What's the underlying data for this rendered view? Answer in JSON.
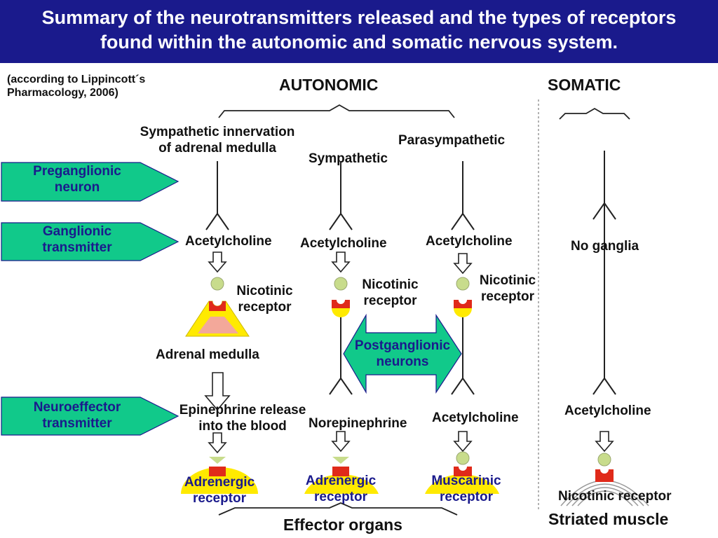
{
  "title": {
    "line1": "Summary of the neurotransmitters released and the types of receptors",
    "line2": "found  within the autonomic and somatic nervous system."
  },
  "source": {
    "line1": "(according to Lippincott´s",
    "line2": "Pharmacology, 2006)"
  },
  "divisions": {
    "autonomic": "AUTONOMIC",
    "somatic": "SOMATIC"
  },
  "columns": {
    "adrenal": {
      "title_line1": "Sympathetic innervation",
      "title_line2": "of adrenal medulla"
    },
    "sympathetic": {
      "title": "Sympathetic"
    },
    "parasympathetic": {
      "title": "Parasympathetic"
    }
  },
  "row_labels": {
    "preganglionic": {
      "line1": "Preganglionic",
      "line2": "neuron"
    },
    "ganglionic": {
      "line1": "Ganglionic",
      "line2": "transmitter"
    },
    "neuroeffector": {
      "line1": "Neuroeffector",
      "line2": "transmitter"
    }
  },
  "ganglionic_transmitters": {
    "adrenal": "Acetylcholine",
    "sympathetic": "Acetylcholine",
    "parasympathetic": "Acetylcholine",
    "somatic": "No ganglia"
  },
  "ganglionic_receptors": {
    "adrenal": {
      "line1": "Nicotinic",
      "line2": "receptor"
    },
    "sympathetic": {
      "line1": "Nicotinic",
      "line2": "receptor"
    },
    "parasympathetic": {
      "line1": "Nicotinic",
      "line2": "receptor"
    }
  },
  "adrenal_medulla": "Adrenal medulla",
  "postganglionic": {
    "line1": "Postganglionic",
    "line2": "neurons"
  },
  "neuroeffector_transmitters": {
    "adrenal": {
      "line1": "Epinephrine release",
      "line2": "into the blood"
    },
    "sympathetic": "Norepinephrine",
    "parasympathetic": "Acetylcholine",
    "somatic": "Acetylcholine"
  },
  "effector_receptors": {
    "adrenal": {
      "line1": "Adrenergic",
      "line2": "receptor"
    },
    "sympathetic": {
      "line1": "Adrenergic",
      "line2": "receptor"
    },
    "parasympathetic": {
      "line1": "Muscarinic",
      "line2": "receptor"
    },
    "somatic": "Nicotinic receptor"
  },
  "effector_organs": "Effector organs",
  "striated_muscle": "Striated muscle",
  "colors": {
    "header_bg": "#1a1a8c",
    "label_box": "#11c98a",
    "ligand": "#c8dc8c",
    "receptor": "#e02a1a",
    "effector": "#ffea00",
    "gland_inner": "#f3a89a"
  }
}
